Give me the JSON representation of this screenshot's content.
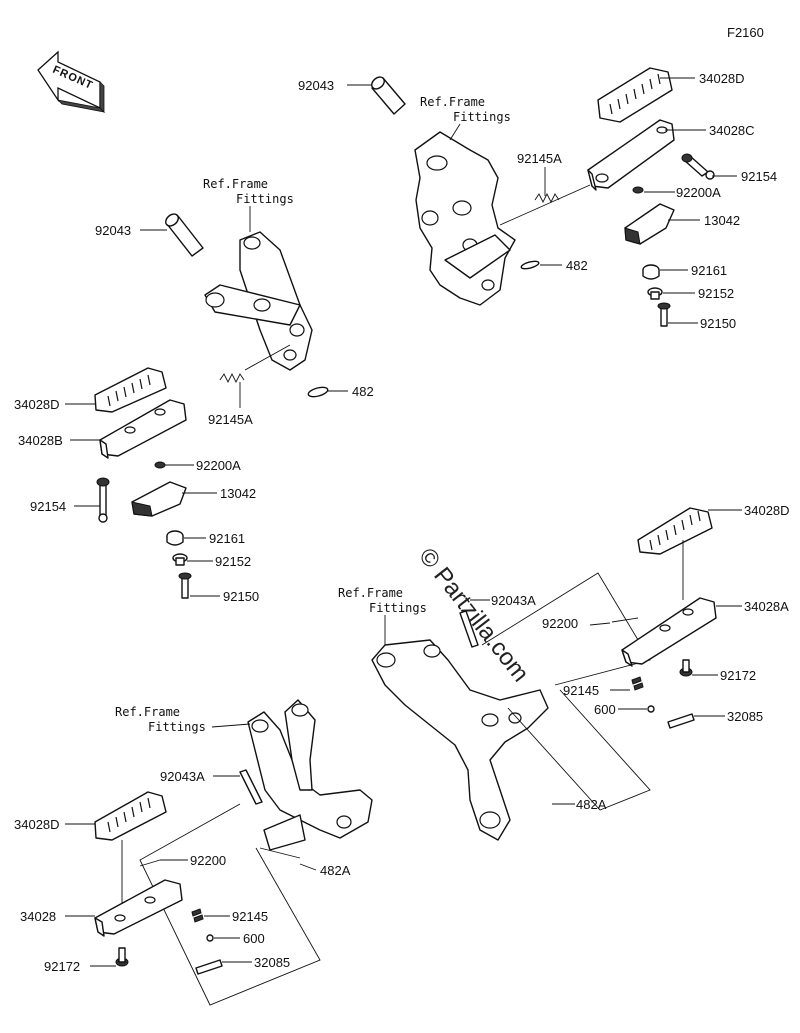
{
  "figure_code": "F2160",
  "front_label": "FRONT",
  "watermark": "© Partzilla.com",
  "ref_frame_text": "Ref.Frame Fittings",
  "labels": {
    "tr_92043": "92043",
    "tr_34028D": "34028D",
    "tr_34028C": "34028C",
    "tr_92145A": "92145A",
    "tr_92154": "92154",
    "tr_92200A": "92200A",
    "tr_13042": "13042",
    "tr_482": "482",
    "tr_92161": "92161",
    "tr_92152": "92152",
    "tr_92150": "92150",
    "tl_92043": "92043",
    "tl_34028D": "34028D",
    "tl_34028B": "34028B",
    "tl_92145A": "92145A",
    "tl_482": "482",
    "tl_92200A": "92200A",
    "tl_92154": "92154",
    "tl_13042": "13042",
    "tl_92161": "92161",
    "tl_92152": "92152",
    "tl_92150": "92150",
    "br_92043A": "92043A",
    "br_34028D": "34028D",
    "br_92200": "92200",
    "br_34028A": "34028A",
    "br_92172": "92172",
    "br_92145": "92145",
    "br_600": "600",
    "br_32085": "32085",
    "br_482A": "482A",
    "bl_92043A": "92043A",
    "bl_34028D": "34028D",
    "bl_92200": "92200",
    "bl_92145": "92145",
    "bl_600": "600",
    "bl_32085": "32085",
    "bl_482A": "482A",
    "bl_34028": "34028",
    "bl_92172": "92172"
  }
}
